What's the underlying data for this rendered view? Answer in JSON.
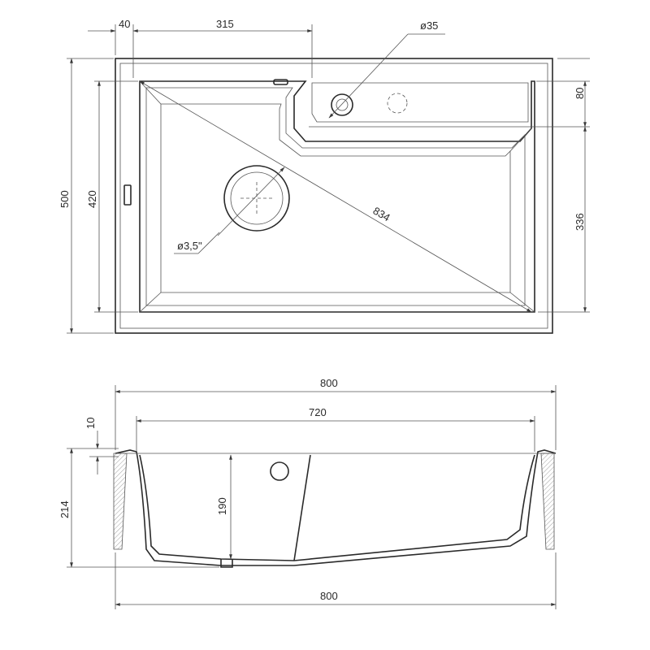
{
  "top_view": {
    "dims": {
      "d40": "40",
      "d315": "315",
      "d35": "ø35",
      "d80": "80",
      "d500": "500",
      "d420": "420",
      "d336": "336",
      "d834": "834",
      "d35in": "ø3,5\""
    }
  },
  "section_view": {
    "dims": {
      "d800top": "800",
      "d720": "720",
      "d10": "10",
      "d214": "214",
      "d190": "190",
      "d800bottom": "800"
    }
  }
}
